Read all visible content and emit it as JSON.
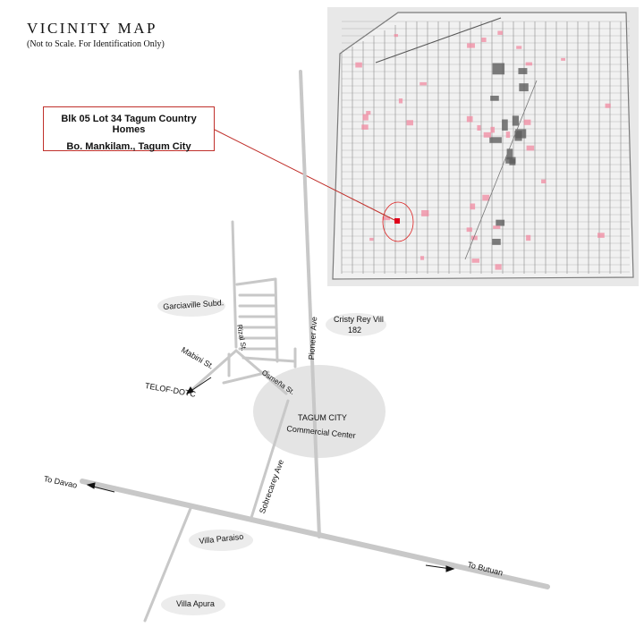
{
  "title": "VICINITY MAP",
  "subtitle": "(Not to Scale. For Identification Only)",
  "callout": {
    "line1": "Blk 05 Lot 34 Tagum Country Homes",
    "line2": "Bo. Mankilam., Tagum City"
  },
  "labels": {
    "garciaville": "Garciaville Subd.",
    "cristy_line1": "Cristy Rey Vill",
    "cristy_line2": "182",
    "pioneer": "Pioneer Ave",
    "mabini": "Mabini St.",
    "telof": "TELOF-DOTC",
    "rizal": "Rizal St.",
    "osmena": "Osmeña St.",
    "tagum_line1": "TAGUM CITY",
    "tagum_line2": "Commercial Center",
    "sobrecarey": "Sobrecarey Ave",
    "to_davao": "To Davao",
    "to_butuan": "To Butuan",
    "villa_paraiso": "Villa Paraiso",
    "villa_apura": "Villa Apura"
  },
  "colors": {
    "road": "#c8c8c8",
    "callout_border": "#c0302b",
    "marker": "#e0001a",
    "plan_paper": "#e6e6e6",
    "plan_lines": "#6f6f6f",
    "highlight": "#f08aa0"
  }
}
